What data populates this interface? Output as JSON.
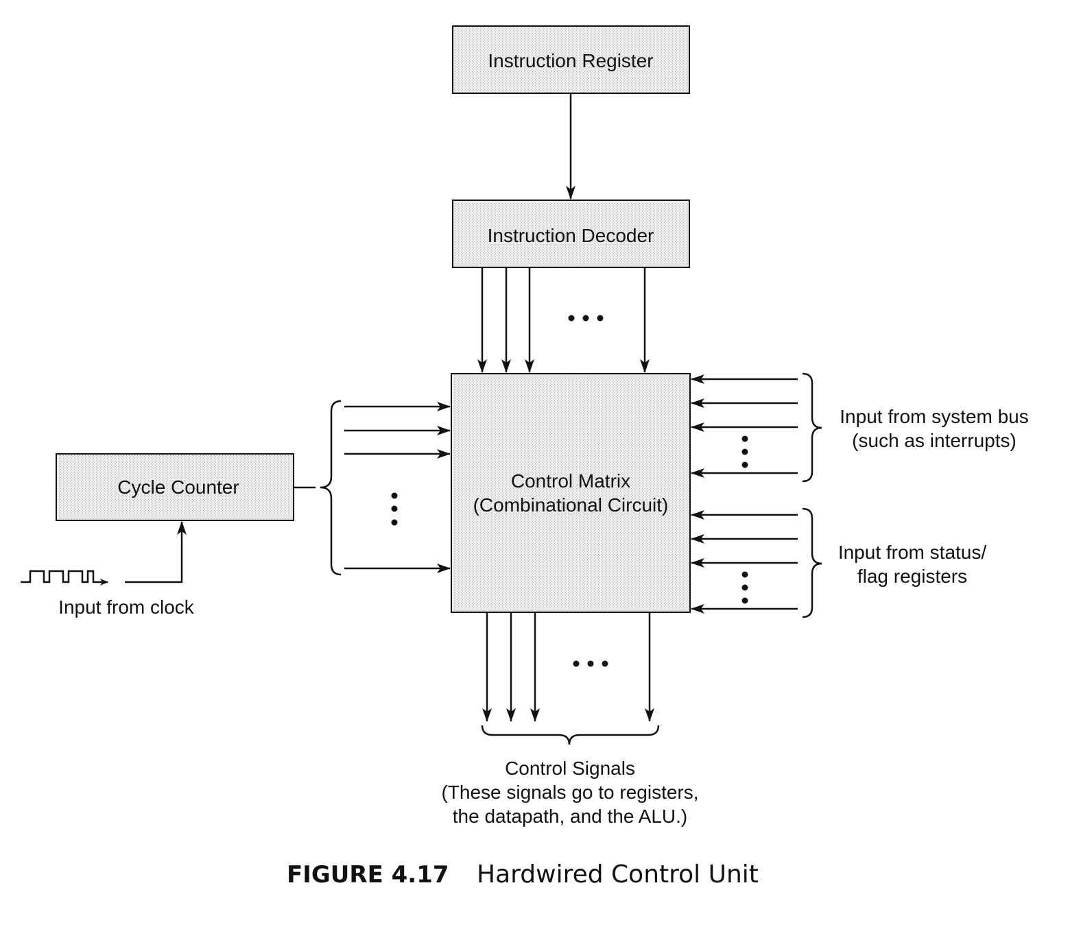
{
  "blocks": {
    "instruction_register": "Instruction Register",
    "instruction_decoder": "Instruction Decoder",
    "control_matrix": [
      "Control Matrix",
      "(Combinational Circuit)"
    ],
    "cycle_counter": "Cycle Counter"
  },
  "labels": {
    "clock_input": "Input from clock",
    "system_bus_input": [
      "Input from system bus",
      "(such as interrupts)"
    ],
    "status_flag_input": [
      "Input from status/",
      "flag registers"
    ],
    "control_signals": [
      "Control Signals",
      "(These signals go to registers,",
      "the datapath, and the ALU.)"
    ]
  },
  "caption": {
    "number": "FIGURE 4.17",
    "title": "Hardwired Control Unit"
  },
  "colors": {
    "block_fill": "#e6e6e6",
    "stroke": "#111111"
  }
}
